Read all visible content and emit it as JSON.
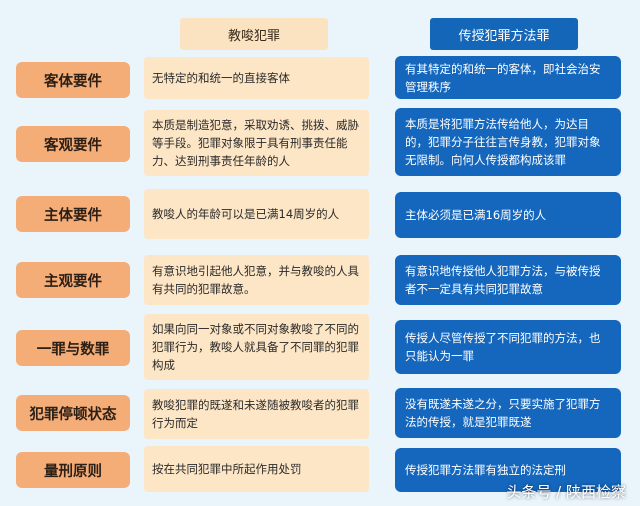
{
  "headers": {
    "left": "教唆犯罪",
    "right": "传授犯罪方法罪"
  },
  "rows": [
    {
      "label": "客体要件",
      "left": "无特定的和统一的直接客体",
      "right": "有其特定的和统一的客体，即社会治安管理秩序"
    },
    {
      "label": "客观要件",
      "left": "本质是制造犯意，采取劝诱、挑拨、威胁等手段。犯罪对象限于具有刑事责任能力、达到刑事责任年龄的人",
      "right": "本质是将犯罪方法传给他人，为达目的，犯罪分子往往言传身教，犯罪对象无限制。向何人传授都构成该罪"
    },
    {
      "label": "主体要件",
      "left": "教唆人的年龄可以是已满14周岁的人",
      "right": "主体必须是已满16周岁的人"
    },
    {
      "label": "主观要件",
      "left": "有意识地引起他人犯意，并与教唆的人具有共同的犯罪故意。",
      "right": "有意识地传授他人犯罪方法，与被传授者不一定具有共同犯罪故意"
    },
    {
      "label": "一罪与数罪",
      "left": "如果向同一对象或不同对象教唆了不同的犯罪行为，教唆人就具备了不同罪的犯罪构成",
      "right": "传授人尽管传授了不同犯罪的方法，也只能认为一罪"
    },
    {
      "label": "犯罪停顿状态",
      "left": "教唆犯罪的既遂和未遂随被教唆者的犯罪行为而定",
      "right": "没有既遂未遂之分，只要实施了犯罪方法的传授，就是犯罪既遂"
    },
    {
      "label": "量刑原则",
      "left": "按在共同犯罪中所起作用处罚",
      "right": "传授犯罪方法罪有独立的法定刑"
    }
  ],
  "watermark": "头条号 / 陕西检察",
  "colors": {
    "background": "#e9f4fb",
    "label_bg": "#f5ad78",
    "left_bg": "#fde6c6",
    "right_bg": "#1467bd",
    "header_left_bg": "#fbe3c2",
    "header_right_bg": "#1466b8"
  }
}
